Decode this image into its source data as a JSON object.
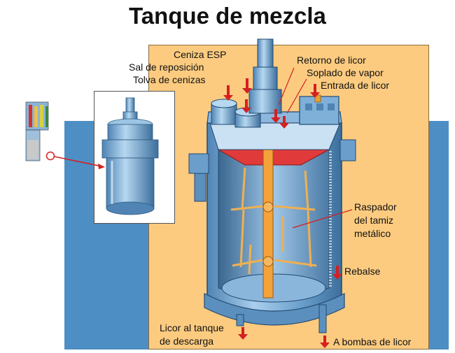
{
  "title": "Tanque de mezcla",
  "labels": {
    "ceniza_esp": "Ceniza ESP",
    "sal_reposicion": "Sal de reposición",
    "tolva_cenizas": "Tolva de cenizas",
    "retorno_licor": "Retorno de licor",
    "soplado_vapor": "Soplado de vapor",
    "entrada_licor": "Entrada de licor",
    "raspador_1": "Raspador",
    "raspador_2": "del tamiz",
    "raspador_3": "metálico",
    "rebalse": "Rebalse",
    "licor_tanque_1": "Licor al tanque",
    "licor_tanque_2": "de descarga",
    "bombas": "A bombas de licor"
  },
  "colors": {
    "panel": "#fccb80",
    "band": "#4d8ec4",
    "tank": "#7fb0d8",
    "arrow": "#d42020",
    "shaft": "#f4a23a"
  }
}
